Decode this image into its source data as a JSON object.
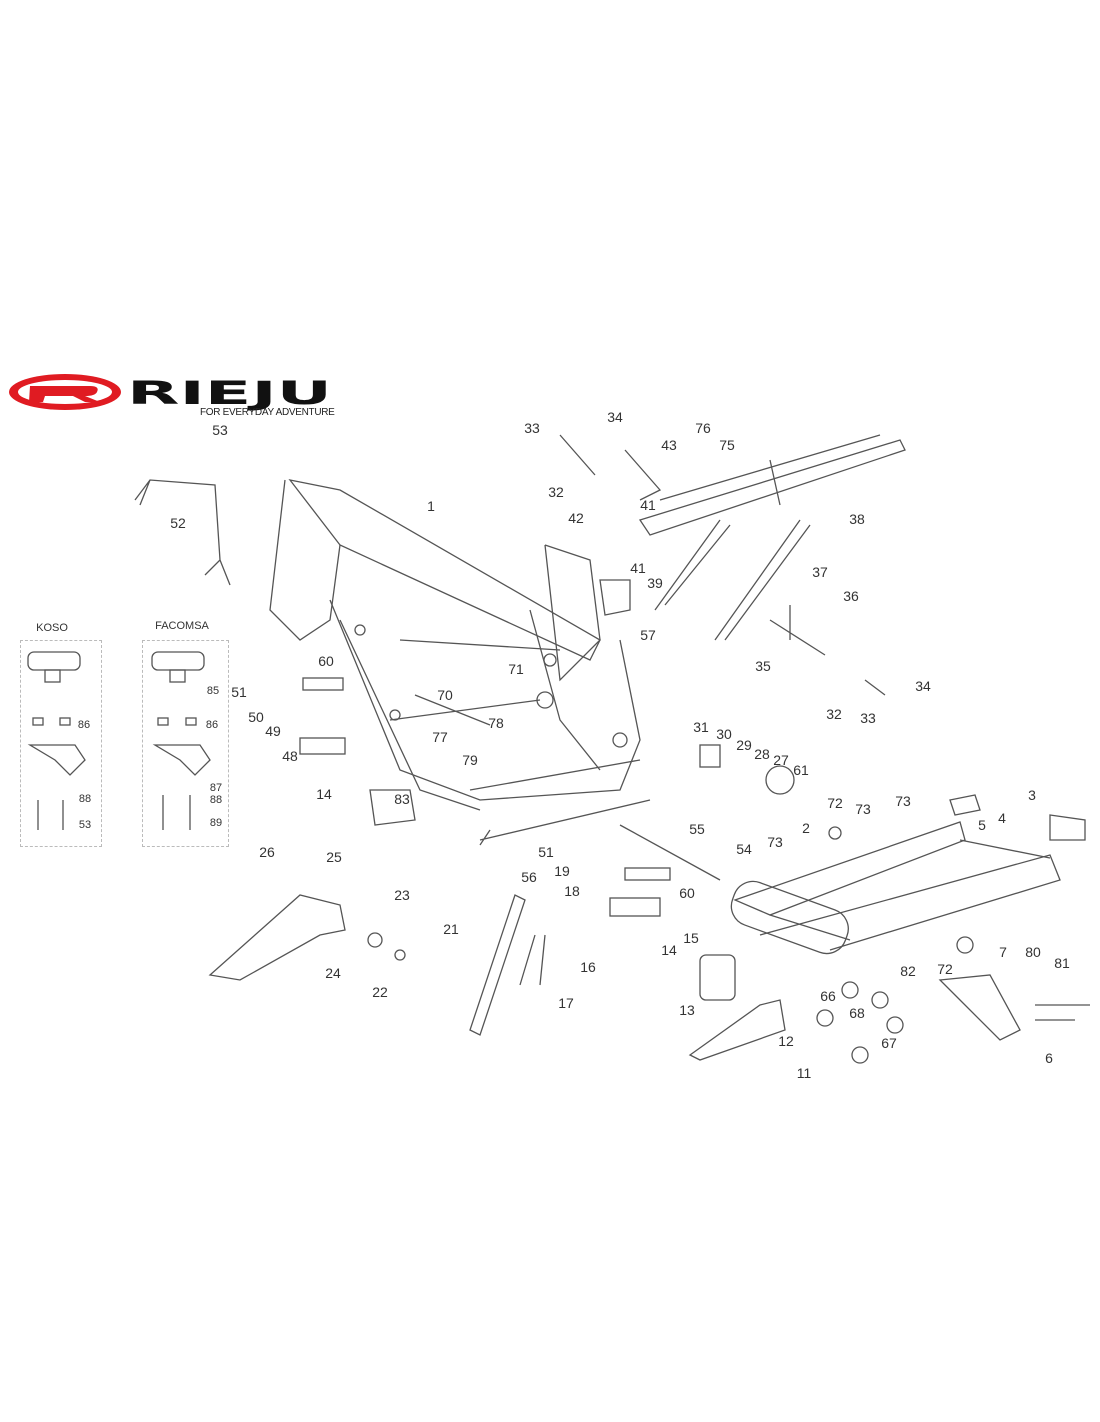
{
  "brand": {
    "name": "RIEJU",
    "tagline": "FOR EVERYDAY ADVENTURE",
    "color": "#e01b22"
  },
  "insets": {
    "koso": "KOSO",
    "facomsa": "FACOMSA"
  },
  "labels": [
    "53",
    "52",
    "1",
    "33",
    "34",
    "76",
    "75",
    "43",
    "32",
    "42",
    "41",
    "38",
    "41",
    "39",
    "57",
    "37",
    "36",
    "35",
    "32",
    "33",
    "34",
    "60",
    "51",
    "71",
    "70",
    "50",
    "49",
    "78",
    "77",
    "79",
    "48",
    "14",
    "83",
    "31",
    "30",
    "29",
    "28",
    "27",
    "61",
    "72",
    "73",
    "73",
    "3",
    "4",
    "5",
    "55",
    "2",
    "73",
    "54",
    "51",
    "19",
    "56",
    "18",
    "60",
    "26",
    "25",
    "23",
    "21",
    "15",
    "14",
    "24",
    "22",
    "16",
    "17",
    "7",
    "80",
    "81",
    "82",
    "72",
    "66",
    "68",
    "13",
    "12",
    "67",
    "6",
    "11"
  ],
  "inset_labels": [
    "85",
    "86",
    "86",
    "87",
    "88",
    "88",
    "53",
    "89"
  ]
}
